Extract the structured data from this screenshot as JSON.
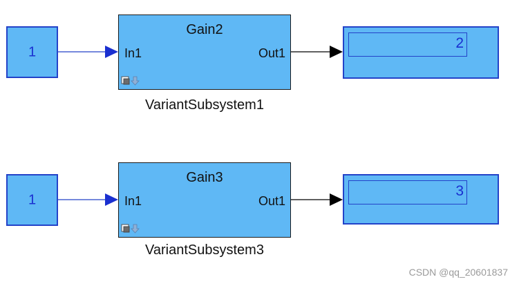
{
  "rows": [
    {
      "constant_value": "1",
      "subsystem_title": "Gain2",
      "input_port": "In1",
      "output_port": "Out1",
      "subsystem_name": "VariantSubsystem1",
      "display_value": "2"
    },
    {
      "constant_value": "1",
      "subsystem_title": "Gain3",
      "input_port": "In1",
      "output_port": "Out1",
      "subsystem_name": "VariantSubsystem3",
      "display_value": "3"
    }
  ],
  "watermark": "CSDN @qq_20601837",
  "colors": {
    "block_fill": "#5fb8f5",
    "block_border": "#2342c8",
    "signal_blue": "#2342c8",
    "signal_black": "#000000",
    "text_blue": "#1a2fd0"
  }
}
